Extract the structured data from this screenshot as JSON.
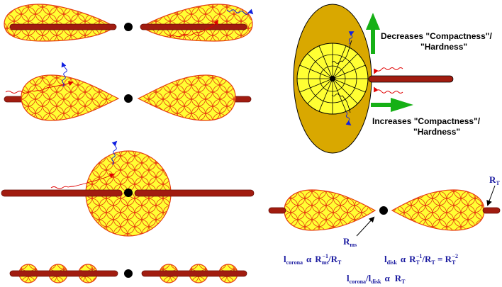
{
  "colors": {
    "torus_fill": "#ffff33",
    "torus_stroke": "#e63e10",
    "disk_fill": "#a11c10",
    "sphere_back": "#d9a800",
    "hole": "#000000",
    "photon_red": "#e00000",
    "photon_blue": "#1020e0",
    "arrow_green": "#16b016",
    "formula": "#1a1aa0"
  },
  "labels": {
    "decreases_line1": "Decreases \"Compactness\"/",
    "decreases_line2": "\"Hardness\"",
    "increases_line1": "Increases \"Compactness\"/",
    "increases_line2": "\"Hardness\"",
    "rt_main": "R",
    "rt_sub": "T",
    "rms_main": "R",
    "rms_sub": "ms"
  },
  "formulas": {
    "f1_l": "l",
    "f1_l_sub": "corona",
    "f1_alpha": "α",
    "f1_r": "R",
    "f1_r_sub": "ms",
    "f1_r_sup": "−1",
    "f1_tail": "/R",
    "f1_tail_sub": "T",
    "f2_l": "l",
    "f2_l_sub": "disk",
    "f2_alpha": "α",
    "f2_r": "R",
    "f2_r_sub": "T",
    "f2_r_sup": "−1",
    "f2_mid": "/R",
    "f2_mid_sub": "T",
    "f2_eq": " = R",
    "f2_eq_sub": "T",
    "f2_eq_sup": "−2",
    "f3_l": "l",
    "f3_l_sub": "corona",
    "f3_slash": "/l",
    "f3_slash_sub": "disk",
    "f3_alpha": "α",
    "f3_r": "R",
    "f3_r_sub": "T"
  }
}
